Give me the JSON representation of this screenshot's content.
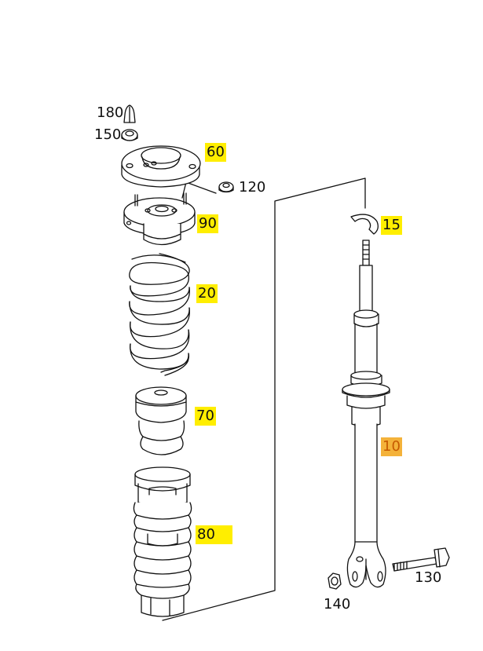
{
  "labels": {
    "p180": "180",
    "p150": "150",
    "p60": "60",
    "p120": "120",
    "p90": "90",
    "p15": "15",
    "p20": "20",
    "p70": "70",
    "p10": "10",
    "p80": "80",
    "p130": "130",
    "p140": "140"
  },
  "colors": {
    "highlight": "#ffee00",
    "highlight_selected": "#f4b23a",
    "line": "#111111"
  }
}
